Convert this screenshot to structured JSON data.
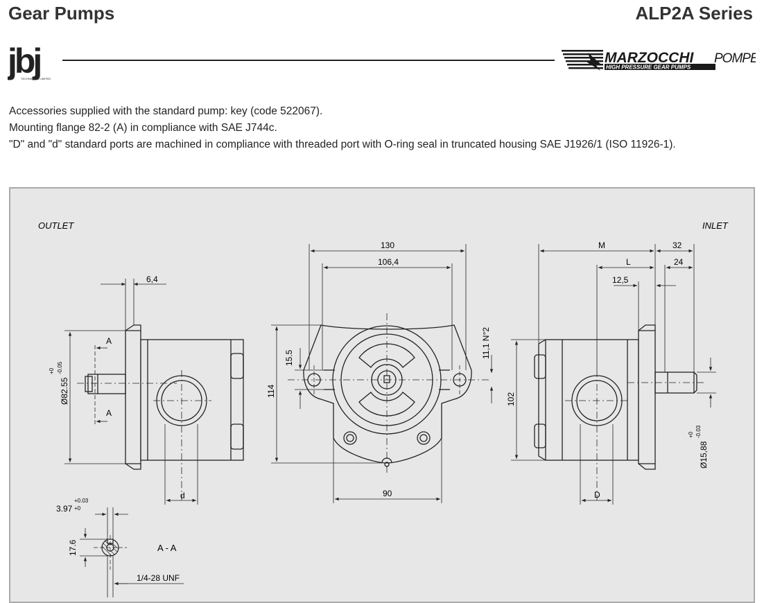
{
  "header": {
    "title": "Gear Pumps",
    "series": "ALP2A Series",
    "left_logo_text": "jbj",
    "left_logo_subtext": "TECHNIQUES LIMITED",
    "right_logo_brand": "MARZOCCHI",
    "right_logo_brand_suffix": "POMPE",
    "right_logo_tagline": "HIGH PRESSURE GEAR PUMPS"
  },
  "notes": [
    "Accessories supplied with the standard pump: key (code 522067).",
    "Mounting flange 82-2 (A) in compliance with SAE J744c.",
    "\"D\" and \"d\" standard ports are machined in compliance with threaded port with O-ring seal in truncated housing SAE J1926/1 (ISO 11926-1)."
  ],
  "drawing": {
    "outlet_label": "OUTLET",
    "inlet_label": "INLET",
    "left_view": {
      "dim_top": "6,4",
      "section_mark_top": "A",
      "section_mark_bottom": "A",
      "shaft_dia_tol_upper": "+0",
      "shaft_dia": "Ø82.55",
      "shaft_dia_tol_lower": "-0.05",
      "port_label": "d"
    },
    "front_view": {
      "dim_width_outer": "130",
      "dim_width_holes": "106,4",
      "dim_height": "114",
      "dim_flange": "15.5",
      "dim_hole": "11,1 N°2",
      "dim_bottom": "90"
    },
    "right_view": {
      "dim_m": "M",
      "dim_32": "32",
      "dim_l": "L",
      "dim_24": "24",
      "dim_125": "12,5",
      "dim_height": "102",
      "shaft_dia_tol_upper": "+0",
      "shaft_dia": "Ø15,88",
      "shaft_dia_tol_lower": "-0.03",
      "port_label": "D"
    },
    "section_detail": {
      "key_width": "3.97",
      "key_tol_upper": "+0.03",
      "key_tol_lower": "+0",
      "key_height": "17.6",
      "label": "A - A",
      "thread": "1/4-28 UNF"
    }
  }
}
